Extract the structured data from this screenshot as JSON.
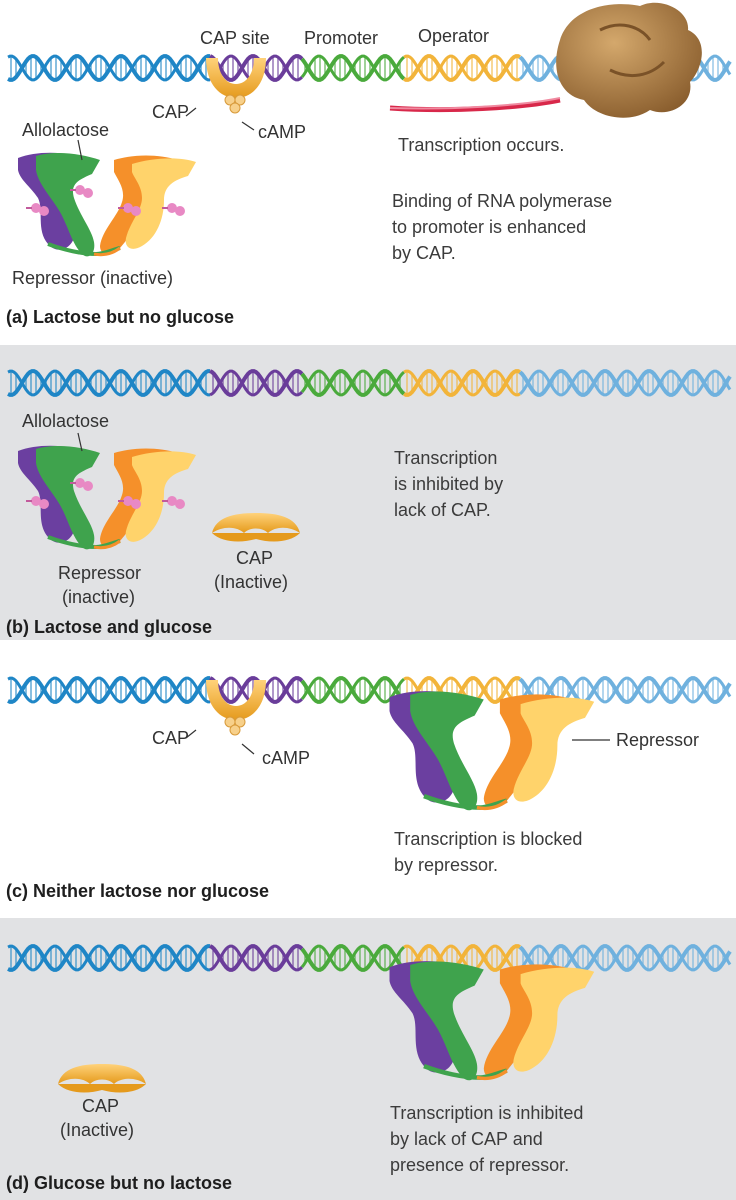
{
  "labels": {
    "cap_site": "CAP site",
    "promoter": "Promoter",
    "operator": "Operator",
    "cap": "CAP",
    "camp": "cAMP",
    "allolactose": "Allolactose",
    "repressor_inactive_a": "Repressor (inactive)",
    "repressor_b_line1": "Repressor",
    "repressor_b_line2": "(inactive)",
    "cap_inactive_line1": "CAP",
    "cap_inactive_line2": "(Inactive)",
    "repressor": "Repressor"
  },
  "panels": [
    {
      "caption": "(a) Lactose but no glucose",
      "lines": [
        "Transcription occurs.",
        "Binding of RNA polymerase",
        "to promoter is enhanced",
        "by CAP."
      ]
    },
    {
      "caption": "(b) Lactose and glucose",
      "lines": [
        "Transcription",
        "is inhibited by",
        "lack of CAP."
      ]
    },
    {
      "caption": "(c) Neither lactose nor glucose",
      "lines": [
        "Transcription is blocked",
        "by repressor."
      ]
    },
    {
      "caption": "(d) Glucose but no lactose",
      "lines": [
        "Transcription is inhibited",
        "by lack of CAP and",
        "presence of repressor."
      ]
    }
  ],
  "colors": {
    "dna_blue": "#1f86c6",
    "dna_purple": "#6a3d9a",
    "dna_green": "#4aaa3c",
    "dna_yellow": "#f2b43a",
    "dna_lightblue": "#6fb1de",
    "cap_yellow": "#f4ae2e",
    "repressor_purple": "#6b3fa0",
    "repressor_green": "#3fa34d",
    "repressor_orange": "#f5902a",
    "repressor_yellow": "#ffd36b",
    "allolactose_pink": "#e889c4",
    "polymerase_brown": "#a87a44",
    "mrna_red": "#d8284a",
    "panel_gray": "#e1e2e4"
  }
}
